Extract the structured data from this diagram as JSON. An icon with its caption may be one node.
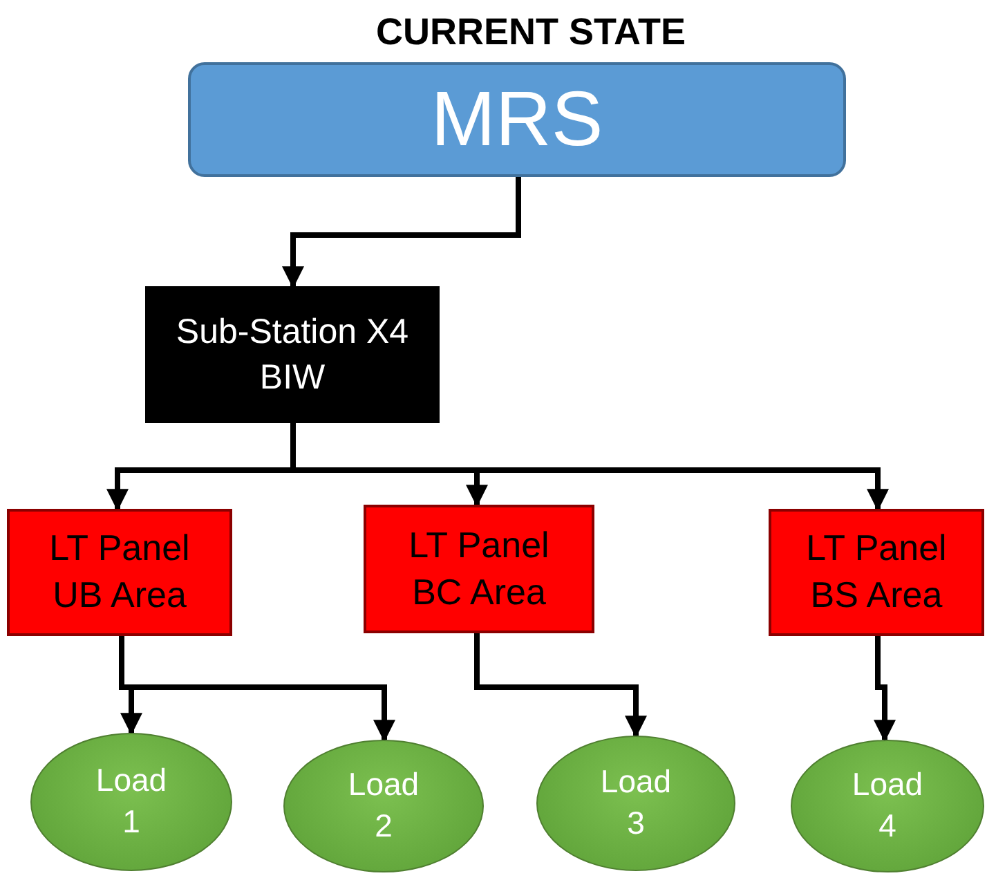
{
  "diagram": {
    "title": "CURRENT STATE",
    "nodes": [
      {
        "text": [
          "MRS"
        ]
      },
      {
        "text": [
          "Sub-Station X4 BIW"
        ]
      },
      {
        "text": [
          "LT Panel UB Area"
        ]
      },
      {
        "text": [
          "LT Panel BC Area"
        ]
      },
      {
        "text": [
          "LT Panel BS Area"
        ]
      },
      {
        "text": [
          "Load 1"
        ]
      },
      {
        "text": [
          "Load 2"
        ]
      },
      {
        "text": [
          "Load 3"
        ]
      },
      {
        "text": [
          "Load 4"
        ]
      }
    ],
    "edges": [
      {
        "from": 0,
        "to": 1,
        "arrow": "to"
      },
      {
        "from": 1,
        "to": 2,
        "arrow": "to"
      },
      {
        "from": 1,
        "to": 3,
        "arrow": "to"
      },
      {
        "from": 1,
        "to": 4,
        "arrow": "to"
      },
      {
        "from": 2,
        "to": 5,
        "arrow": "to"
      },
      {
        "from": 2,
        "to": 6,
        "arrow": "to"
      },
      {
        "from": 3,
        "to": 7,
        "arrow": "to"
      },
      {
        "from": 4,
        "to": 8,
        "arrow": "to"
      }
    ]
  }
}
